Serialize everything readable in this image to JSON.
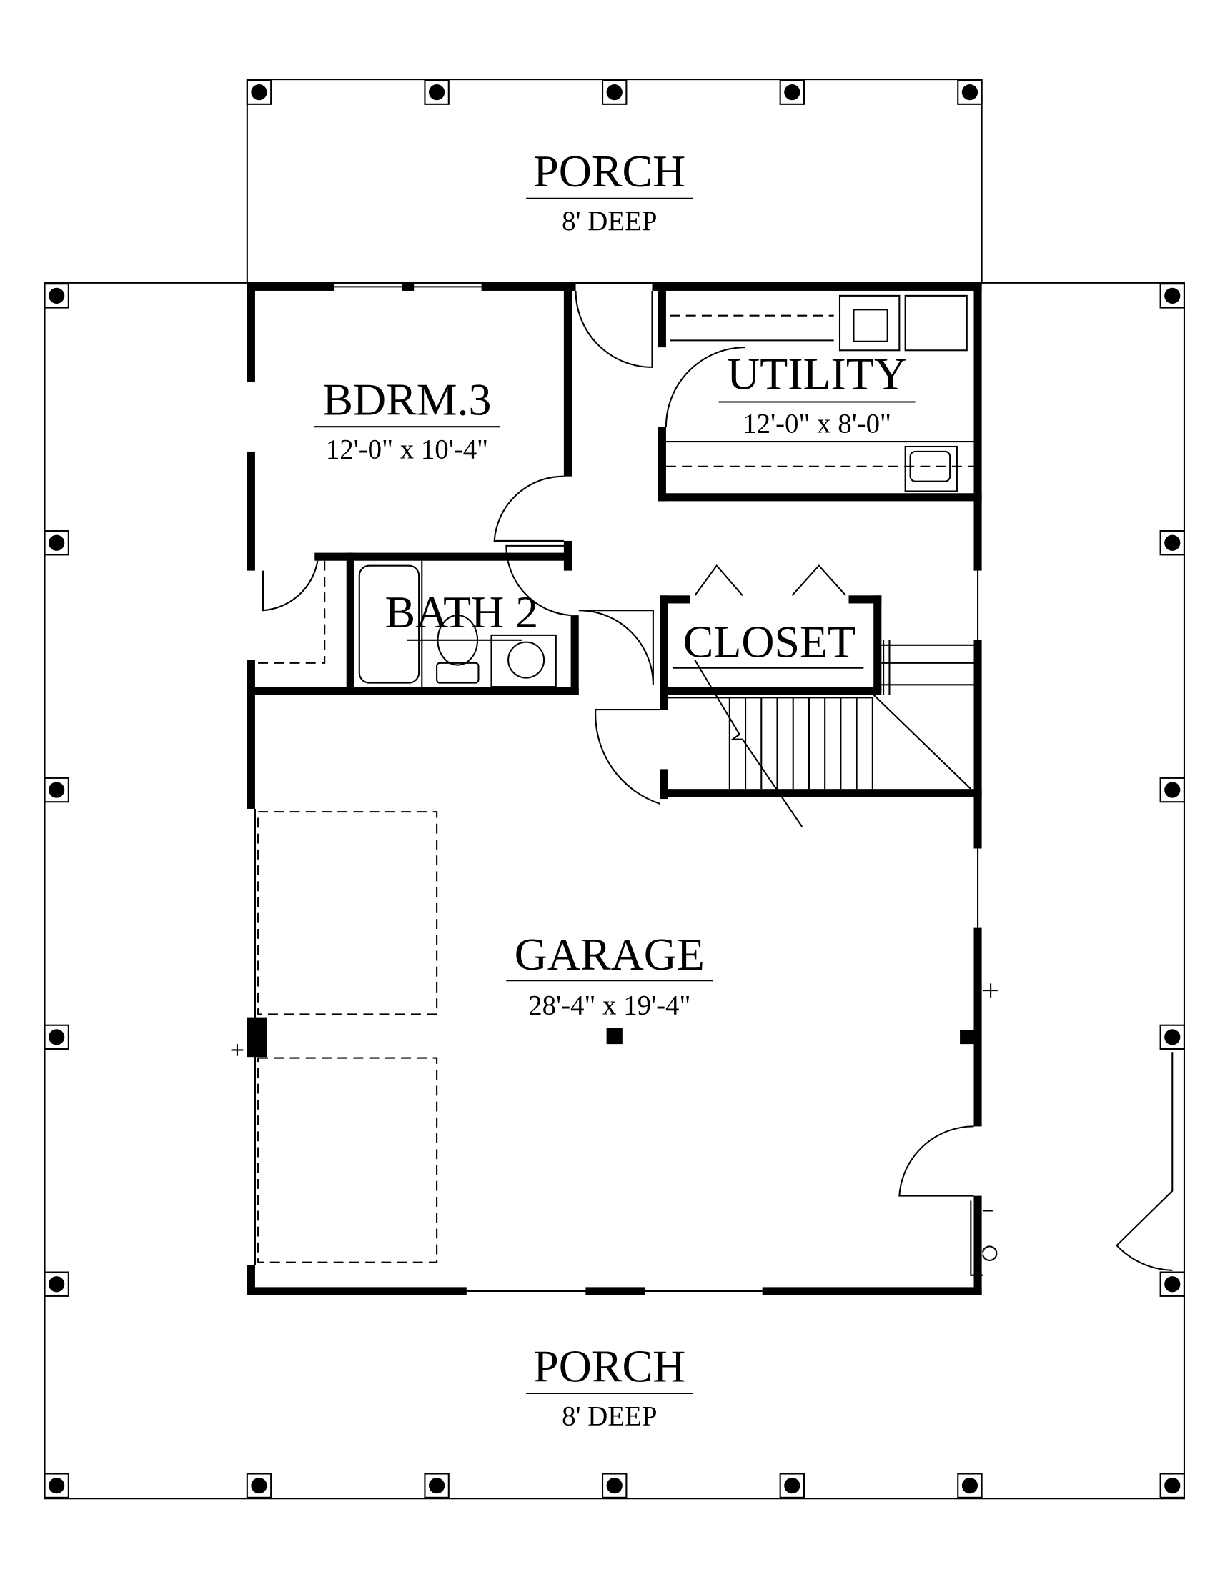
{
  "plan": {
    "rooms": [
      {
        "id": "porch-top",
        "name": "PORCH",
        "dims": "8' DEEP"
      },
      {
        "id": "bdrm3",
        "name": "BDRM.3",
        "dims": "12'-0\" x 10'-4\""
      },
      {
        "id": "utility",
        "name": "UTILITY",
        "dims": "12'-0\" x 8'-0\""
      },
      {
        "id": "bath2",
        "name": "BATH 2"
      },
      {
        "id": "closet",
        "name": "CLOSET"
      },
      {
        "id": "garage",
        "name": "GARAGE",
        "dims": "28'-4\" x 19'-4\""
      },
      {
        "id": "porch-bottom",
        "name": "PORCH",
        "dims": "8' DEEP"
      }
    ]
  }
}
